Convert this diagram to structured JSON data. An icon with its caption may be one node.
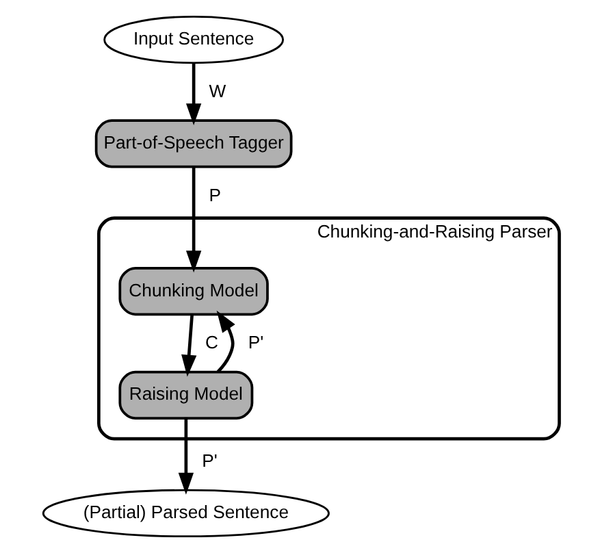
{
  "diagram": {
    "nodes": [
      {
        "text": [
          "Input Sentence"
        ]
      },
      {
        "text": [
          "Part-of-Speech Tagger"
        ]
      },
      {
        "text": [
          "Chunking-and-Raising Parser"
        ]
      },
      {
        "text": [
          "Chunking Model"
        ],
        "in": 2
      },
      {
        "text": [
          "Raising Model"
        ],
        "in": 2
      },
      {
        "text": [
          "(Partial) Parsed Sentence"
        ]
      }
    ],
    "edges": [
      {
        "from": 0,
        "to": 1,
        "arrow": "to",
        "label": "W"
      },
      {
        "from": 1,
        "to": 3,
        "arrow": "to",
        "label": "P"
      },
      {
        "from": 3,
        "to": 4,
        "arrow": "to",
        "label": "C"
      },
      {
        "from": 4,
        "to": 3,
        "arrow": "to",
        "label": "P'"
      },
      {
        "from": 4,
        "to": 5,
        "arrow": "to",
        "label": "P'"
      }
    ]
  }
}
